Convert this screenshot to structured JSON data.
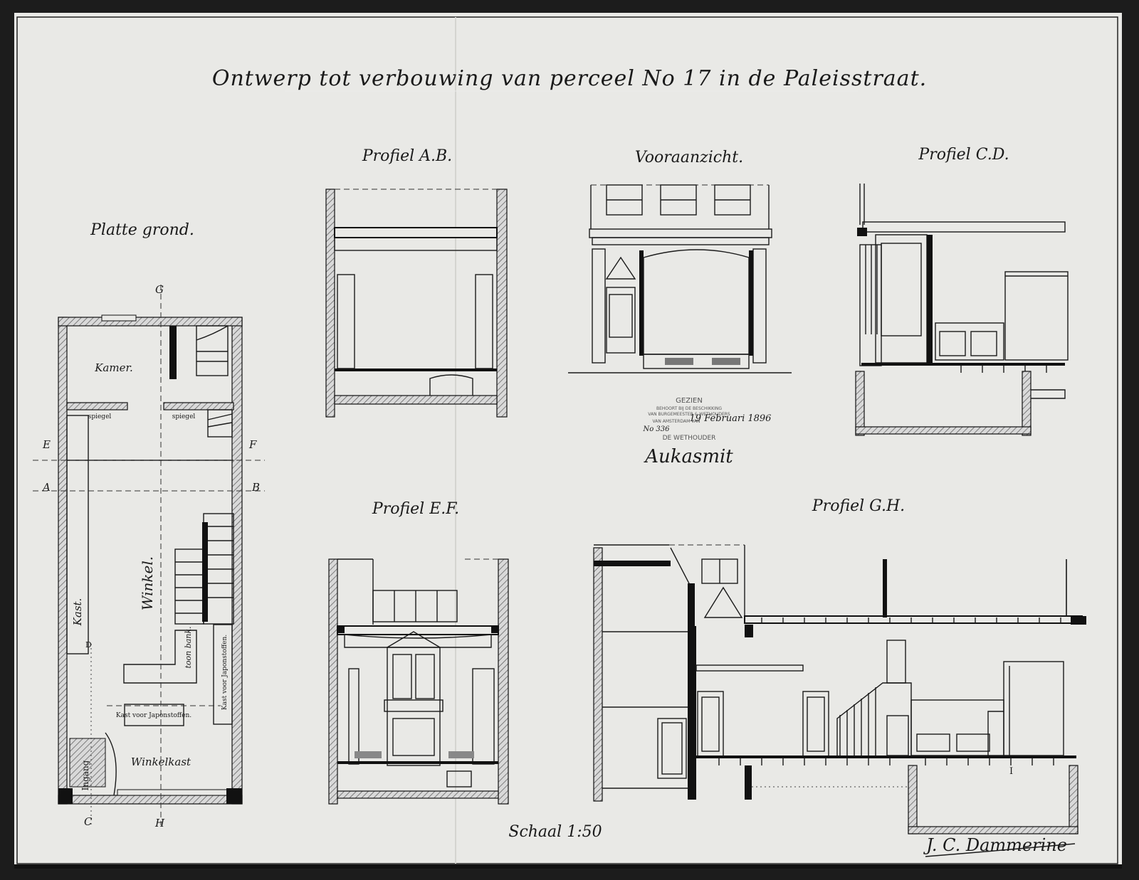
{
  "sheet": {
    "title": "Ontwerp tot verbouwing van perceel No 17 in de Paleisstraat.",
    "scale_label": "Schaal 1:50",
    "signature": "J. C. Dammerine",
    "approval_signature": "Aukasmit"
  },
  "views": {
    "plan": "Platte grond.",
    "profile_ab": "Profiel A.B.",
    "front": "Vooraanzicht.",
    "profile_cd": "Profiel C.D.",
    "profile_ef": "Profiel E.F.",
    "profile_gh": "Profiel G.H."
  },
  "plan_labels": {
    "kamer": "Kamer.",
    "winkel": "Winkel.",
    "kast": "Kast.",
    "toon_bank": "toon bank.",
    "kast_japonstoffen_1": "Kast voor Japonstoffen.",
    "kast_japonstoffen_2": "Kast voor Japonstoffen.",
    "winkelkast": "Winkelkast",
    "spiegel": "spiegel",
    "ingang": "Ingang"
  },
  "section_markers": {
    "a": "A",
    "b": "B",
    "e": "E",
    "f": "F",
    "g": "G",
    "h": "H",
    "c": "C",
    "d": "D"
  },
  "stamp": {
    "line1": "GEZIEN",
    "line2": "BEHOORT BIJ DE BESCHIKKING",
    "line3": "VAN BURGEMEESTER & WETHOUDERS",
    "line4": "VAN AMSTERDAM VAN",
    "date": "19 Februari 1896",
    "number": "No 336",
    "line5": "DE WETHOUDER"
  },
  "misc_mark": "I"
}
